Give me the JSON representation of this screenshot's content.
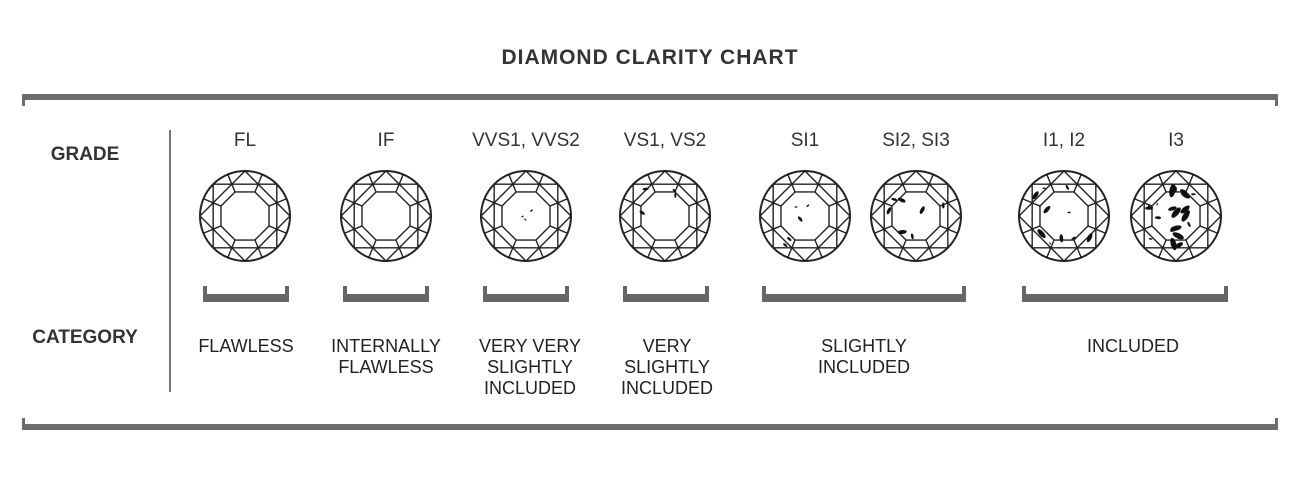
{
  "title": "DIAMOND CLARITY CHART",
  "row_labels": {
    "grade": "GRADE",
    "category": "CATEGORY"
  },
  "grades": [
    {
      "label": "FL",
      "inclusion_level": 0
    },
    {
      "label": "IF",
      "inclusion_level": 0
    },
    {
      "label": "VVS1, VVS2",
      "inclusion_level": 1
    },
    {
      "label": "VS1, VS2",
      "inclusion_level": 2
    },
    {
      "label": "SI1",
      "inclusion_level": 3
    },
    {
      "label": "SI2, SI3",
      "inclusion_level": 4
    },
    {
      "label": "I1, I2",
      "inclusion_level": 5
    },
    {
      "label": "I3",
      "inclusion_level": 6
    }
  ],
  "categories": [
    {
      "label": "FLAWLESS"
    },
    {
      "label": "INTERNALLY\nFLAWLESS"
    },
    {
      "label": "VERY VERY\nSLIGHTLY\nINCLUDED"
    },
    {
      "label": "VERY\nSLIGHTLY\nINCLUDED"
    },
    {
      "label": "SLIGHTLY\nINCLUDED"
    },
    {
      "label": "INCLUDED"
    }
  ]
}
